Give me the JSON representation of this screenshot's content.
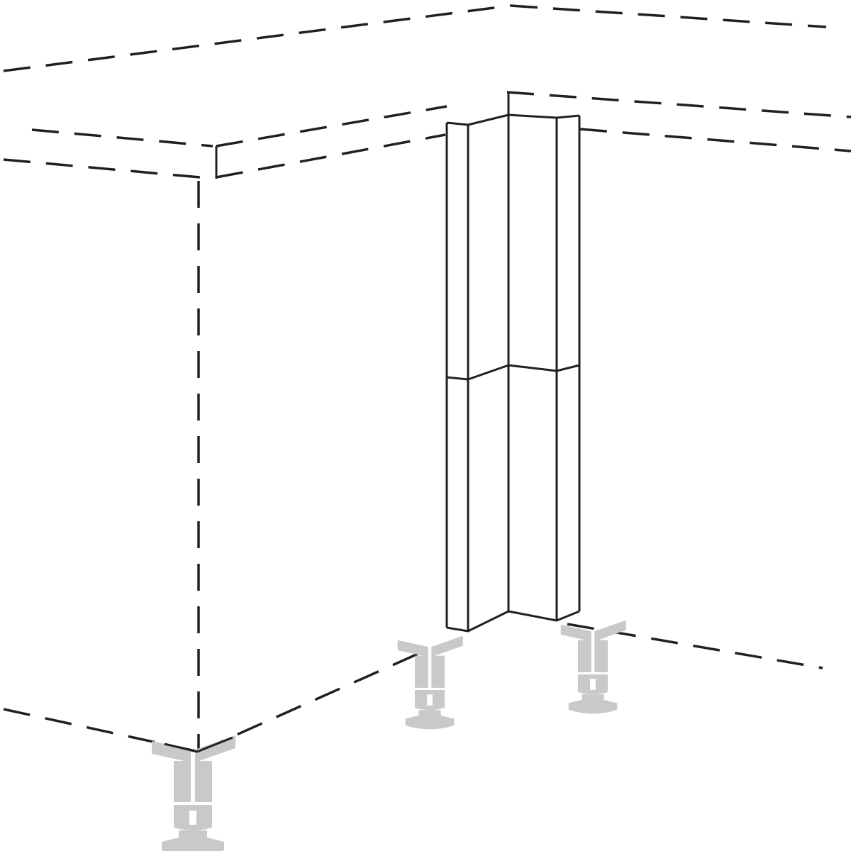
{
  "diagram": {
    "colors": {
      "line": "#231f20",
      "leg": "#c9c9c9",
      "background": "#ffffff"
    },
    "parts": [
      "cabinet-outline-dashed",
      "corner-post",
      "adjustable-legs"
    ]
  }
}
